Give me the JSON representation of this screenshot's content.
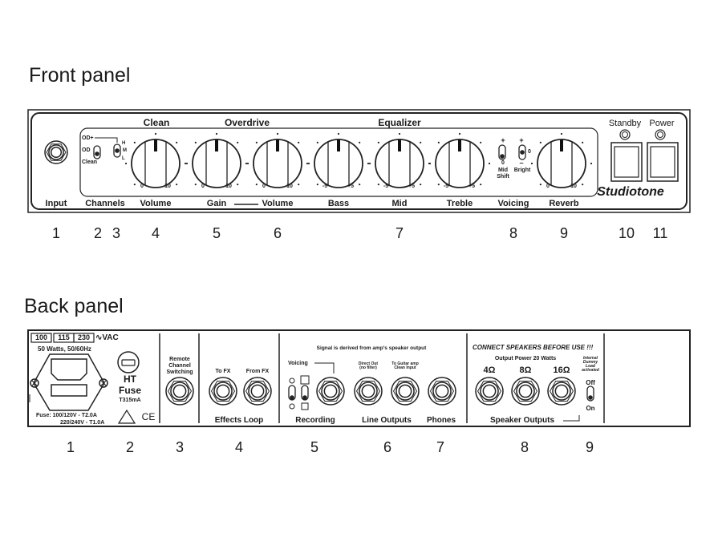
{
  "front": {
    "title": "Front panel",
    "headers": {
      "clean": "Clean",
      "overdrive": "Overdrive",
      "equalizer": "Equalizer",
      "standby": "Standby",
      "power": "Power"
    },
    "channel_switch": {
      "od_plus": "OD+",
      "od": "OD",
      "clean": "Clean"
    },
    "hml_switch": {
      "h": "H",
      "m": "M",
      "l": "L"
    },
    "knobs": [
      {
        "label": "Volume",
        "min": "0",
        "max": "10"
      },
      {
        "label": "Gain",
        "min": "0",
        "max": "10"
      },
      {
        "label": "Volume",
        "min": "0",
        "max": "10"
      },
      {
        "label": "Bass",
        "min": "-5",
        "max": "+5"
      },
      {
        "label": "Mid",
        "min": "-5",
        "max": "+5"
      },
      {
        "label": "Treble",
        "min": "-5",
        "max": "+5"
      },
      {
        "label": "Reverb",
        "min": "0",
        "max": "10"
      }
    ],
    "labels": {
      "input": "Input",
      "channels": "Channels",
      "voicing": "Voicing"
    },
    "voicing": {
      "plus1": "+",
      "zero1": "0",
      "mid_shift": "Mid Shift",
      "plus2": "+",
      "zero2": "0",
      "minus2": "–",
      "bright": "Bright"
    },
    "brand": "Studiotone",
    "numbers": [
      "1",
      "2",
      "3",
      "4",
      "5",
      "6",
      "7",
      "8",
      "9",
      "10",
      "11"
    ]
  },
  "back": {
    "title": "Back panel",
    "voltages": [
      "100",
      "115",
      "230"
    ],
    "vac": "∿VAC",
    "power_rating": "50 Watts, 50/60Hz",
    "fuse_info": [
      "Fuse: 100/120V - T2.0A",
      "220/240V - T1.0A"
    ],
    "ht_fuse": {
      "line1": "HT",
      "line2": "Fuse",
      "rating": "T315mA"
    },
    "ce": "CE",
    "remote": "Remote Channel Switching",
    "to_fx": "To FX",
    "from_fx": "From FX",
    "effects_loop": "Effects Loop",
    "signal_note": "Signal is derived from amp's speaker output",
    "voicing": "Voicing",
    "recording": "Recording",
    "direct_out": "Direct Out (no filter)",
    "to_guitar": "To Guitar amp Clean Input",
    "line_outputs": "Line Outputs",
    "phones": "Phones",
    "warning": "CONNECT SPEAKERS BEFORE USE !!!",
    "output_power": "Output Power 20 Watts",
    "ohms": [
      "4Ω",
      "8Ω",
      "16Ω"
    ],
    "dummy_load": "Internal Dummy Load activated",
    "off": "Off",
    "on": "On",
    "speaker_outputs": "Speaker Outputs",
    "numbers": [
      "1",
      "2",
      "3",
      "4",
      "5",
      "6",
      "7",
      "8",
      "9"
    ]
  }
}
